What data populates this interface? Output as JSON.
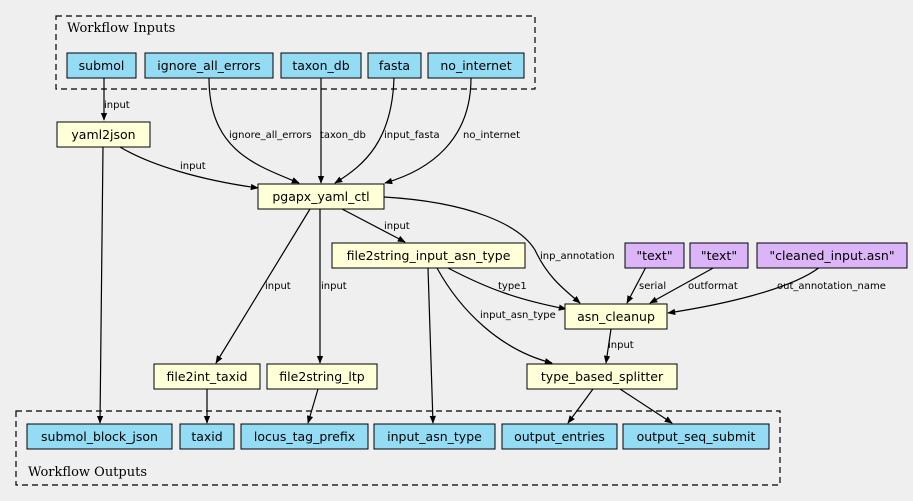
{
  "colors": {
    "background": "#efefef",
    "io_node": "#94dcf4",
    "step_node": "#ffffd8",
    "constant_node": "#dcb4f8",
    "stroke": "#000000"
  },
  "clusters": {
    "inputs_title": "Workflow Inputs",
    "outputs_title": "Workflow Outputs"
  },
  "inputs": {
    "submol": "submol",
    "ignore_all_errors": "ignore_all_errors",
    "taxon_db": "taxon_db",
    "fasta": "fasta",
    "no_internet": "no_internet"
  },
  "steps": {
    "yaml2json": "yaml2json",
    "pgapx_yaml_ctl": "pgapx_yaml_ctl",
    "file2string_input_asn_type": "file2string_input_asn_type",
    "asn_cleanup": "asn_cleanup",
    "file2int_taxid": "file2int_taxid",
    "file2string_ltp": "file2string_ltp",
    "type_based_splitter": "type_based_splitter"
  },
  "constants": {
    "text_1": "\"text\"",
    "text_2": "\"text\"",
    "cleaned_input": "\"cleaned_input.asn\""
  },
  "outputs": {
    "submol_block_json": "submol_block_json",
    "taxid": "taxid",
    "locus_tag_prefix": "locus_tag_prefix",
    "input_asn_type": "input_asn_type",
    "output_entries": "output_entries",
    "output_seq_submit": "output_seq_submit"
  },
  "edge_labels": {
    "submol_to_yaml2json": "input",
    "ignore_all_errors": "ignore_all_errors",
    "taxon_db": "taxon_db",
    "input_fasta": "input_fasta",
    "no_internet": "no_internet",
    "yaml2json_to_pgapx": "input",
    "pgapx_to_file2string": "input",
    "inp_annotation": "inp_annotation",
    "pgapx_to_file2int": "input",
    "pgapx_to_ltp": "input",
    "serial": "serial",
    "outformat": "outformat",
    "out_annotation_name": "out_annotation_name",
    "type1": "type1",
    "input_asn_type": "input_asn_type",
    "cleanup_to_splitter": "input"
  }
}
